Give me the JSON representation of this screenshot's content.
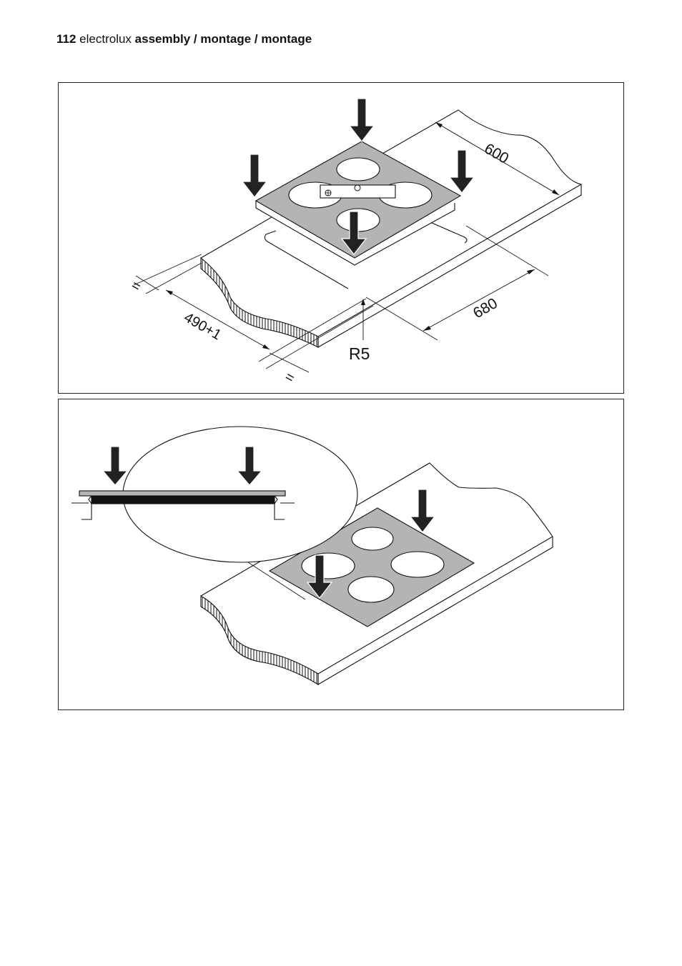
{
  "header": {
    "page_number": "112",
    "brand": "electrolux",
    "section": "assembly / montage / montage"
  },
  "figure1": {
    "dim_depth": "600",
    "dim_width": "680",
    "dim_cutout": "490+1",
    "radius": "R5",
    "equal_left": "=",
    "equal_bottom": "="
  },
  "colors": {
    "hob_surface": "#b4b4b4",
    "line": "#111111",
    "zone": "#ffffff"
  }
}
